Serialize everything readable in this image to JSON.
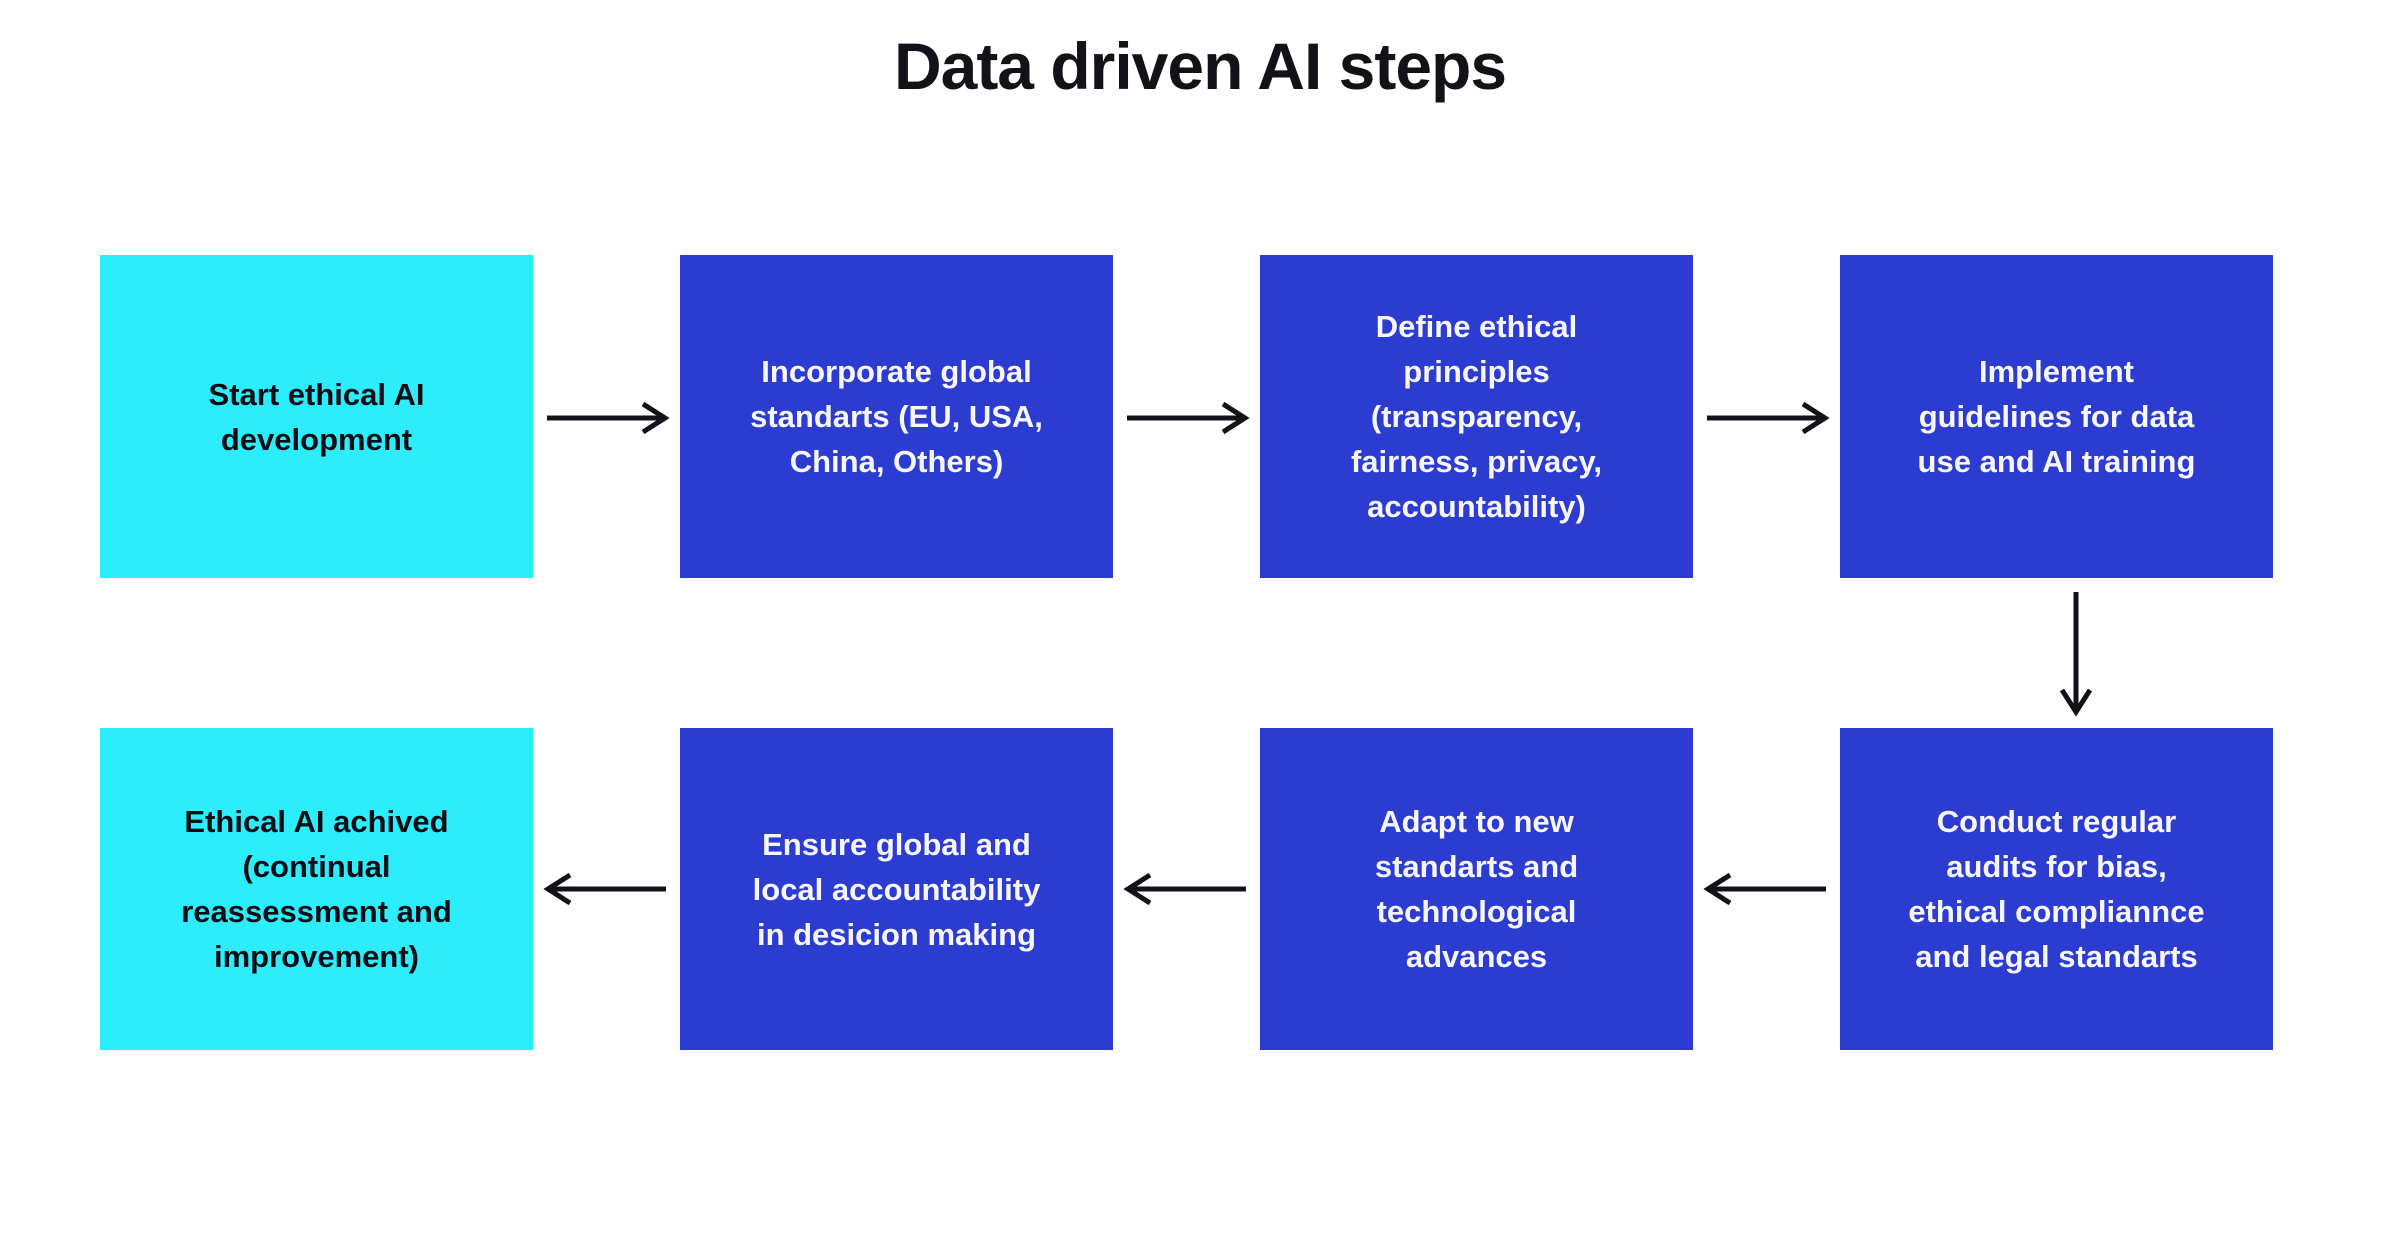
{
  "title": "Data driven AI steps",
  "colors": {
    "background": "#ffffff",
    "title_text": "#121218",
    "start_end_fill": "#2BEDFB",
    "start_end_text": "#0d0d15",
    "process_fill": "#2C3CD1",
    "process_text": "#F7F6FD",
    "arrow": "#121218"
  },
  "nodes": {
    "start": {
      "label": "Start ethical AI\ndevelopment",
      "type": "start"
    },
    "incorporate": {
      "label": "Incorporate global\nstandarts (EU, USA,\nChina, Others)",
      "type": "process"
    },
    "define": {
      "label": "Define ethical\nprinciples\n(transparency,\nfairness, privacy,\naccountability)",
      "type": "process"
    },
    "implement": {
      "label": "Implement\nguidelines for data\nuse and AI training",
      "type": "process"
    },
    "audits": {
      "label": "Conduct regular\naudits for bias,\nethical compliannce\nand legal standarts",
      "type": "process"
    },
    "adapt": {
      "label": "Adapt to new\nstandarts and\ntechnological\nadvances",
      "type": "process"
    },
    "ensure": {
      "label": "Ensure global and\nlocal accountability\nin desicion making",
      "type": "process"
    },
    "achieved": {
      "label": "Ethical AI achived\n(continual\nreassessment and\nimprovement)",
      "type": "end"
    }
  },
  "edges": [
    {
      "from": "start",
      "to": "incorporate",
      "direction": "right"
    },
    {
      "from": "incorporate",
      "to": "define",
      "direction": "right"
    },
    {
      "from": "define",
      "to": "implement",
      "direction": "right"
    },
    {
      "from": "implement",
      "to": "audits",
      "direction": "down"
    },
    {
      "from": "audits",
      "to": "adapt",
      "direction": "left"
    },
    {
      "from": "adapt",
      "to": "ensure",
      "direction": "left"
    },
    {
      "from": "ensure",
      "to": "achieved",
      "direction": "left"
    }
  ]
}
